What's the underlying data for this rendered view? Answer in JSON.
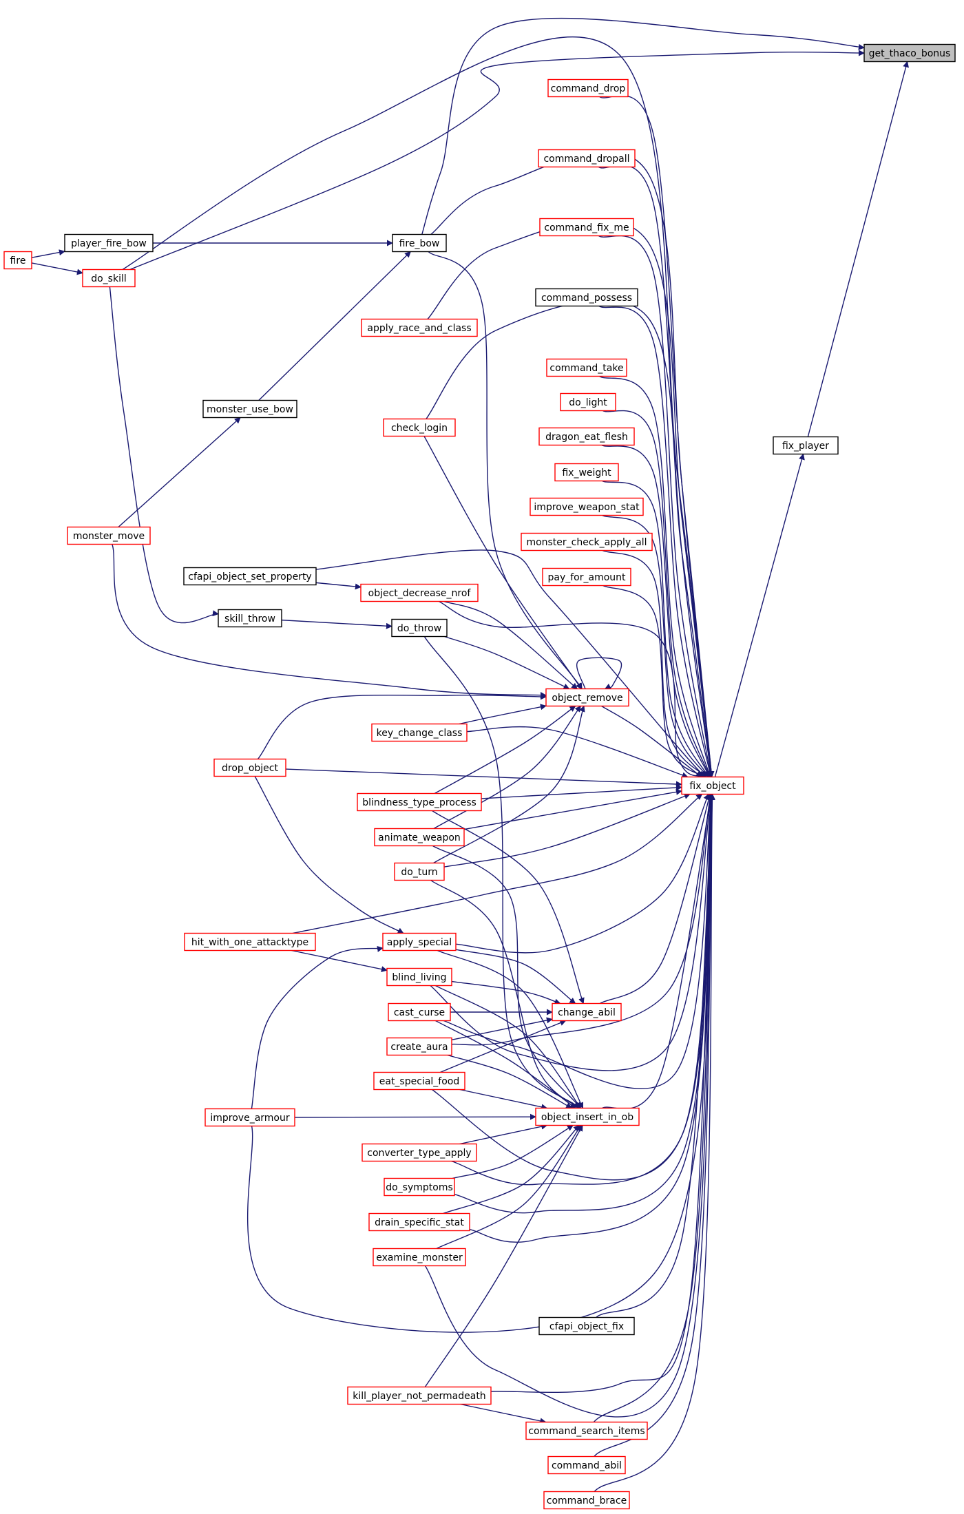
{
  "colors": {
    "edge": "#191970",
    "border_linked": "#ff0000",
    "border_plain": "#000000",
    "root_fill": "#bfbfbf",
    "node_fill": "#ffffff"
  },
  "nodes": [
    {
      "id": "get_thaco_bonus",
      "label": "get_thaco_bonus",
      "style": "root"
    },
    {
      "id": "fix_player",
      "label": "fix_player",
      "style": "plain"
    },
    {
      "id": "fix_object",
      "label": "fix_object",
      "style": "linked"
    },
    {
      "id": "command_drop",
      "label": "command_drop",
      "style": "linked"
    },
    {
      "id": "command_dropall",
      "label": "command_dropall",
      "style": "linked"
    },
    {
      "id": "command_fix_me",
      "label": "command_fix_me",
      "style": "linked"
    },
    {
      "id": "command_possess",
      "label": "command_possess",
      "style": "plain"
    },
    {
      "id": "command_take",
      "label": "command_take",
      "style": "linked"
    },
    {
      "id": "do_light",
      "label": "do_light",
      "style": "linked"
    },
    {
      "id": "dragon_eat_flesh",
      "label": "dragon_eat_flesh",
      "style": "linked"
    },
    {
      "id": "fix_weight",
      "label": "fix_weight",
      "style": "linked"
    },
    {
      "id": "improve_weapon_stat",
      "label": "improve_weapon_stat",
      "style": "linked"
    },
    {
      "id": "monster_check_apply_all",
      "label": "monster_check_apply_all",
      "style": "linked"
    },
    {
      "id": "pay_for_amount",
      "label": "pay_for_amount",
      "style": "linked"
    },
    {
      "id": "object_remove",
      "label": "object_remove",
      "style": "linked"
    },
    {
      "id": "change_abil",
      "label": "change_abil",
      "style": "linked"
    },
    {
      "id": "object_insert_in_ob",
      "label": "object_insert_in_ob",
      "style": "linked"
    },
    {
      "id": "cfapi_object_fix",
      "label": "cfapi_object_fix",
      "style": "plain"
    },
    {
      "id": "command_search_items",
      "label": "command_search_items",
      "style": "linked"
    },
    {
      "id": "command_abil",
      "label": "command_abil",
      "style": "linked"
    },
    {
      "id": "command_brace",
      "label": "command_brace",
      "style": "linked"
    },
    {
      "id": "fire_bow",
      "label": "fire_bow",
      "style": "plain"
    },
    {
      "id": "apply_race_and_class",
      "label": "apply_race_and_class",
      "style": "linked"
    },
    {
      "id": "check_login",
      "label": "check_login",
      "style": "linked"
    },
    {
      "id": "object_decrease_nrof",
      "label": "object_decrease_nrof",
      "style": "linked"
    },
    {
      "id": "do_throw",
      "label": "do_throw",
      "style": "plain"
    },
    {
      "id": "key_change_class",
      "label": "key_change_class",
      "style": "linked"
    },
    {
      "id": "blindness_type_process",
      "label": "blindness_type_process",
      "style": "linked"
    },
    {
      "id": "animate_weapon",
      "label": "animate_weapon",
      "style": "linked"
    },
    {
      "id": "do_turn",
      "label": "do_turn",
      "style": "linked"
    },
    {
      "id": "apply_special",
      "label": "apply_special",
      "style": "linked"
    },
    {
      "id": "blind_living",
      "label": "blind_living",
      "style": "linked"
    },
    {
      "id": "cast_curse",
      "label": "cast_curse",
      "style": "linked"
    },
    {
      "id": "create_aura",
      "label": "create_aura",
      "style": "linked"
    },
    {
      "id": "eat_special_food",
      "label": "eat_special_food",
      "style": "linked"
    },
    {
      "id": "converter_type_apply",
      "label": "converter_type_apply",
      "style": "linked"
    },
    {
      "id": "do_symptoms",
      "label": "do_symptoms",
      "style": "linked"
    },
    {
      "id": "drain_specific_stat",
      "label": "drain_specific_stat",
      "style": "linked"
    },
    {
      "id": "examine_monster",
      "label": "examine_monster",
      "style": "linked"
    },
    {
      "id": "kill_player_not_permadeath",
      "label": "kill_player_not_permadeath",
      "style": "linked"
    },
    {
      "id": "player_fire_bow",
      "label": "player_fire_bow",
      "style": "plain"
    },
    {
      "id": "do_skill",
      "label": "do_skill",
      "style": "linked"
    },
    {
      "id": "fire",
      "label": "fire",
      "style": "linked"
    },
    {
      "id": "monster_use_bow",
      "label": "monster_use_bow",
      "style": "plain"
    },
    {
      "id": "monster_move",
      "label": "monster_move",
      "style": "linked"
    },
    {
      "id": "cfapi_object_set_property",
      "label": "cfapi_object_set_property",
      "style": "plain"
    },
    {
      "id": "skill_throw",
      "label": "skill_throw",
      "style": "plain"
    },
    {
      "id": "drop_object",
      "label": "drop_object",
      "style": "linked"
    },
    {
      "id": "hit_with_one_attacktype",
      "label": "hit_with_one_attacktype",
      "style": "linked"
    },
    {
      "id": "improve_armour",
      "label": "improve_armour",
      "style": "linked"
    }
  ]
}
